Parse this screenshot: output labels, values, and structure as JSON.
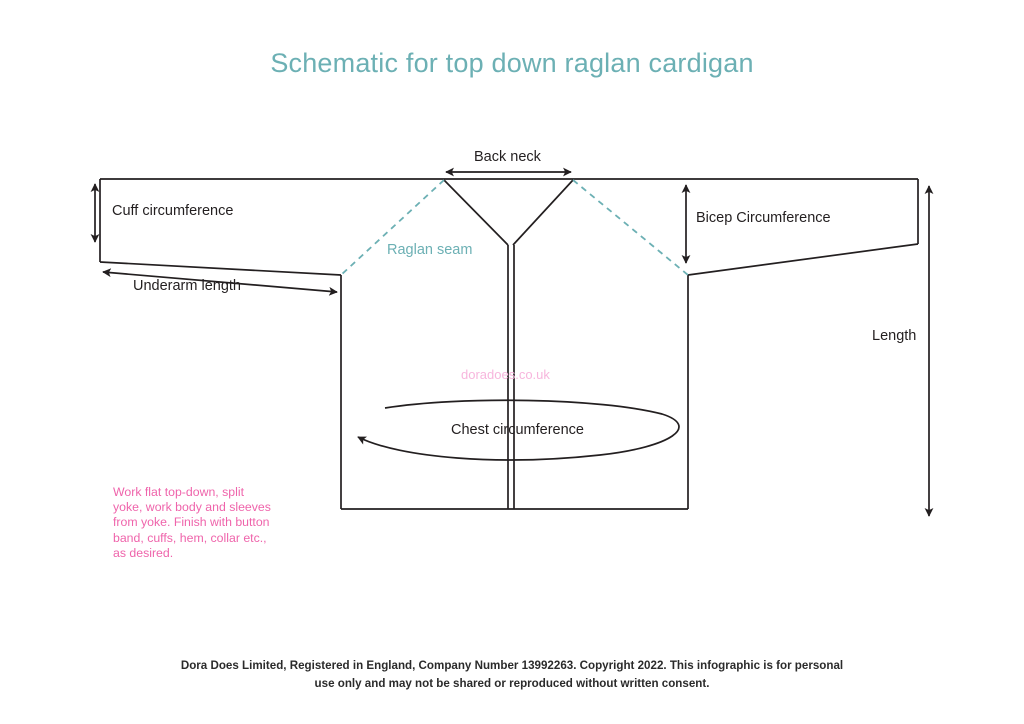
{
  "title": "Schematic for top down raglan cardigan",
  "colors": {
    "title_teal": "#6cb0b4",
    "raglan_teal": "#6cb0b4",
    "note_pink": "#ef64ab",
    "watermark_pink": "#f7b6dd",
    "stroke": "#231f20"
  },
  "labels": {
    "cuff_circumference": "Cuff circumference",
    "underarm_length": "Underarm length",
    "raglan_seam": "Raglan seam",
    "back_neck": "Back neck",
    "bicep_circumference": "Bicep Circumference",
    "length": "Length",
    "chest_circumference": "Chest circumference"
  },
  "watermark": "doradoes.co.uk",
  "note": {
    "lines": [
      "Work flat top-down, split",
      "yoke, work body and sleeves",
      "from yoke. Finish with button",
      "band, cuffs, hem, collar etc.,",
      "as desired."
    ]
  },
  "footer": {
    "line1": "Dora Does Limited, Registered in England, Company Number 13992263. Copyright 2022.  This infographic is for personal",
    "line2": "use only and may not be shared or reproduced without written consent."
  }
}
